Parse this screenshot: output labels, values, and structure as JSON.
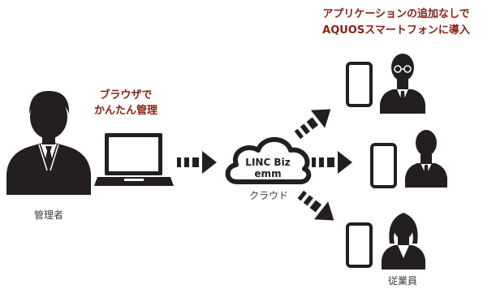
{
  "captions": {
    "top_right_line1": "アプリケーションの追加なしで",
    "top_right_line2": "AQUOSスマートフォンに導入",
    "browser_line1": "ブラウザで",
    "browser_line2": "かんたん管理",
    "cloud_line1": "LINC Biz",
    "cloud_line2": "emm"
  },
  "labels": {
    "admin": "管理者",
    "cloud": "クラウド",
    "employees": "従業員"
  },
  "colors": {
    "accent": "#8a1f12",
    "ink": "#231f20",
    "text": "#3a3a3a",
    "white": "#ffffff"
  },
  "icons": [
    "administrator-person-icon",
    "laptop-icon",
    "cloud-icon",
    "smartphone-icon",
    "employee-person-icon",
    "dashed-arrow-icon"
  ]
}
